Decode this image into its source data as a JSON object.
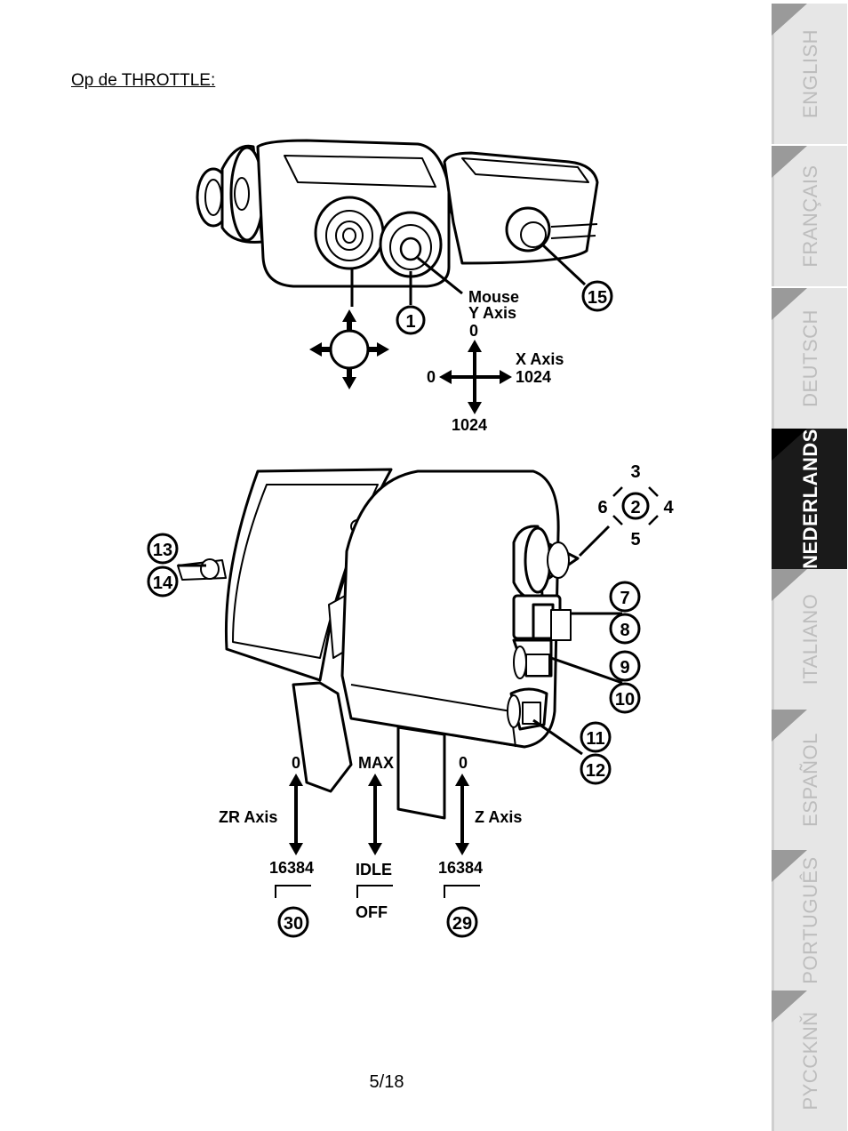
{
  "page": {
    "heading": "Op de THROTTLE:",
    "page_number": "5/18"
  },
  "language_tabs": [
    {
      "label": "ENGLISH",
      "active": false
    },
    {
      "label": "FRANÇAIS",
      "active": false
    },
    {
      "label": "DEUTSCH",
      "active": false
    },
    {
      "label": "NEDERLANDS",
      "active": true
    },
    {
      "label": "ITALIANO",
      "active": false
    },
    {
      "label": "ESPAÑOL",
      "active": false
    },
    {
      "label": "PORTUGUÊS",
      "active": false
    },
    {
      "label": "PYCCKNŇ",
      "active": false
    }
  ],
  "top_diagram": {
    "callouts": [
      "1",
      "15"
    ],
    "mouse_label_line1": "Mouse",
    "mouse_label_line2": "Y Axis",
    "y_min": "0",
    "y_max": "1024",
    "x_label": "X Axis",
    "x_min": "0",
    "x_max": "1024"
  },
  "bottom_diagram": {
    "hat_positions": [
      "3",
      "2",
      "4",
      "5",
      "6"
    ],
    "callouts": [
      "13",
      "14",
      "7",
      "8",
      "9",
      "10",
      "11",
      "12"
    ],
    "zr_axis": {
      "label": "ZR Axis",
      "top": "0",
      "bottom": "16384",
      "button": "30"
    },
    "throttle": {
      "top": "MAX",
      "bottom": "IDLE",
      "off": "OFF"
    },
    "z_axis": {
      "label": "Z Axis",
      "top": "0",
      "bottom": "16384",
      "button": "29"
    }
  }
}
